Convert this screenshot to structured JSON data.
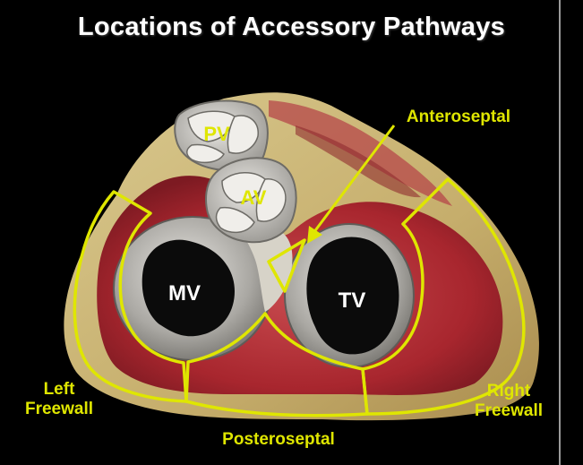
{
  "title": "Locations of Accessory Pathways",
  "valves": {
    "pv": "PV",
    "av": "AV",
    "mv": "MV",
    "tv": "TV"
  },
  "regions": {
    "anteroseptal": "Anteroseptal",
    "left_freewall_line1": "Left",
    "left_freewall_line2": "Freewall",
    "right_freewall_line1": "Right",
    "right_freewall_line2": "Freewall",
    "posteroseptal": "Posteroseptal"
  },
  "colors": {
    "outline": "#dfe600",
    "muscle": "#b8343a",
    "fat": "#c9b47a",
    "valve_gray": "#b9b7b2"
  }
}
